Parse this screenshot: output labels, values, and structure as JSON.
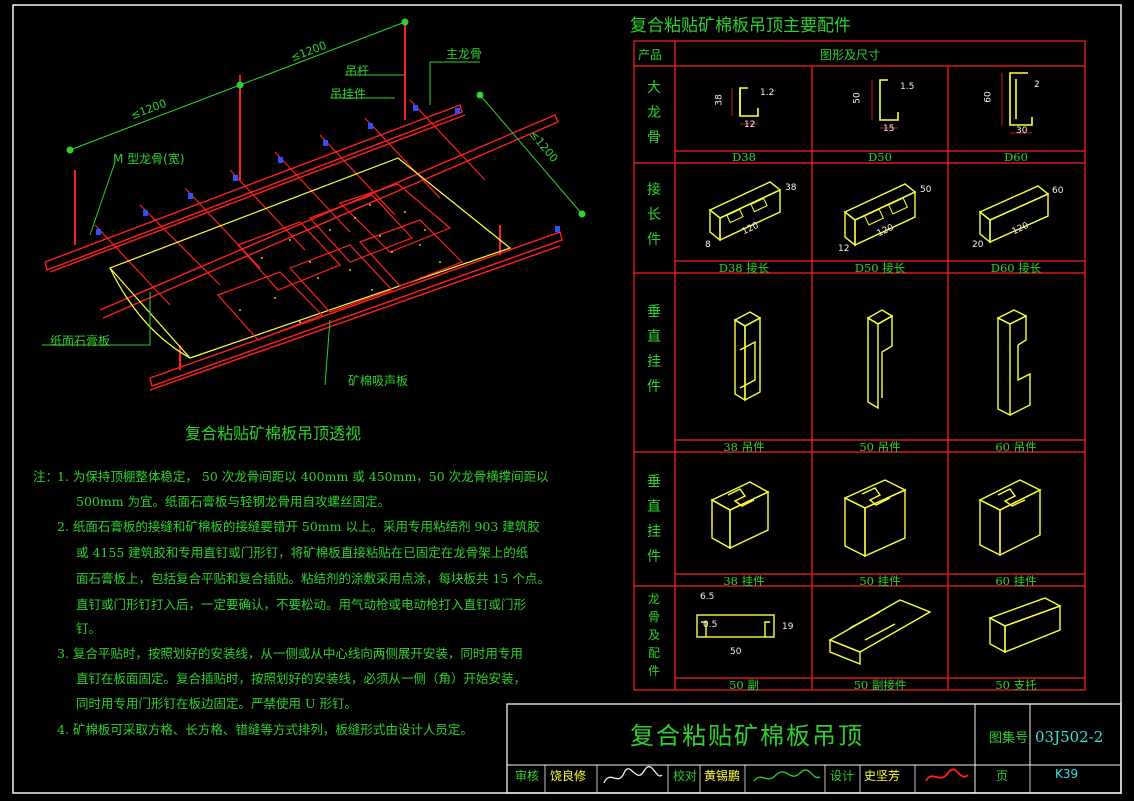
{
  "drawing": {
    "accessories_title": "复合粘贴矿棉板吊顶主要配件",
    "perspective_title": "复合粘贴矿棉板吊顶透视",
    "perspective_labels": {
      "main_keel": "主龙骨",
      "hanger_rod": "吊杆",
      "hanger_piece": "吊挂件",
      "m_keel": "M 型龙骨(宽)",
      "gypsum_board": "纸面石膏板",
      "mineral_board": "矿棉吸声板",
      "dim_1": "≤1200",
      "dim_2": "≤1200",
      "dim_3": "≤1200"
    },
    "table": {
      "col_product": "产品",
      "col_figure": "图形及尺寸",
      "rows": [
        {
          "name": "大龙骨",
          "labels": [
            "D38",
            "D50",
            "D60"
          ]
        },
        {
          "name": "接长件",
          "labels": [
            "D38 接长",
            "D50 接长",
            "D60 接长"
          ]
        },
        {
          "name": "垂直挂件",
          "labels": [
            "38 吊件",
            "50 吊件",
            "60 吊件"
          ]
        },
        {
          "name": "垂直挂件",
          "labels": [
            "38 挂件",
            "50 挂件",
            "60 挂件"
          ]
        },
        {
          "name": "龙骨及配件",
          "labels": [
            "50 副",
            "50 副接件",
            "50 支托"
          ]
        }
      ],
      "dims": {
        "d38": [
          "38",
          "12",
          "1.2"
        ],
        "d50": [
          "50",
          "15",
          "1.5"
        ],
        "d60": [
          "60",
          "30",
          "2"
        ],
        "j38": [
          "38",
          "120",
          "8"
        ],
        "j50": [
          "50",
          "120",
          "12"
        ],
        "j60": [
          "60",
          "120",
          "20"
        ],
        "e_small": [
          "6.5",
          "0.5",
          "19",
          "50"
        ]
      }
    },
    "notes": {
      "prefix": "注：",
      "lines": [
        "1.  为保持顶棚整体稳定，        50 次龙骨间距以     400mm     或 450mm，50     次龙骨横撑间距以",
        "500mm     为宜。纸面石膏板与轻钢龙骨用自攻螺丝固定。",
        "2.  纸面石膏板的接缝和矿棉板的接缝要错开           50mm    以上。采用专用粘结剂         903  建筑胶",
        "或 4155    建筑胶和专用直钉或门形钉，将矿棉板直接粘贴在已固定在龙骨架上的纸",
        "面石膏板上，包括复合平贴和复合插贴。粘结剂的涂敷采用点涂，每块板共                    15 个点。",
        "直钉或门形钉打入后，一定要确认，不要松动。用气动枪或电动枪打入直钉或门形",
        "钉。",
        "3.  复合平贴时，按照划好的安装线，从一侧或从中心线向两侧展开安装，同时用专用",
        "直钉在板面固定。复合插贴时，按照划好的安装线，必须从一侧（角）开始安装，",
        "同时用专用门形钉在板边固定。严禁使用                U 形钉。",
        "4.  矿棉板可采取方格、长方格、错缝等方式排列，板缝形式由设计人员定。"
      ]
    },
    "title_block": {
      "title": "复合粘贴矿棉板吊顶",
      "atlas_label": "图集号",
      "atlas_no": "03J502-2",
      "review_label": "审核",
      "reviewer": "饶良修",
      "check_label": "校对",
      "checker": "黄锡鹏",
      "design_label": "设计",
      "designer": "史坚芳",
      "page_label": "页",
      "page_no": "K39"
    },
    "colors": {
      "frame": "#ff2020",
      "text_green": "#30d030",
      "drawing_yellow": "#ffff40",
      "border_white": "#f2f2f2",
      "accent_cyan": "#40e0e0"
    }
  }
}
